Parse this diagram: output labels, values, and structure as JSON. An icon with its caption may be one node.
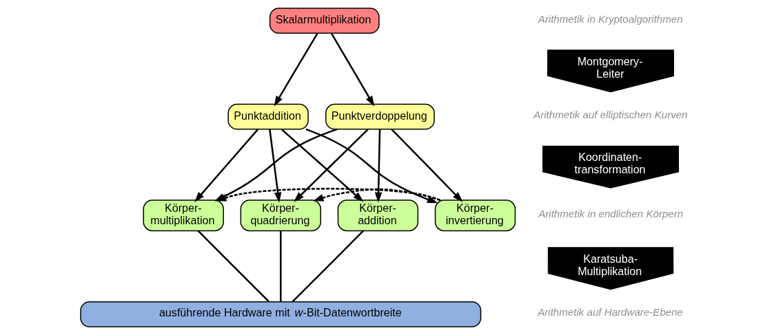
{
  "diagram": {
    "nodes": [
      {
        "text": [
          "Skalarmultiplikation"
        ]
      },
      {
        "text": [
          "Punktaddition"
        ]
      },
      {
        "text": [
          "Punktverdoppelung"
        ]
      },
      {
        "text": [
          "Körper- addition"
        ]
      },
      {
        "text": [
          "Körper- quadrierung"
        ]
      },
      {
        "text": [
          "Körper- multiplikation"
        ]
      },
      {
        "text": [
          "Körper- invertierung"
        ]
      },
      {
        "text": [
          "ausführende Hardware mit *w*-Bit-Datenwortbreite"
        ]
      },
      {
        "text": [
          "Montgomery- Leiter"
        ]
      },
      {
        "text": [
          "Koordinaten- transformation"
        ]
      },
      {
        "text": [
          "Karatsuba- Multiplikation"
        ]
      }
    ],
    "edges": [
      {
        "from": 0,
        "to": 1,
        "arrow": "to"
      },
      {
        "from": 0,
        "to": 2,
        "arrow": "to"
      },
      {
        "from": 1,
        "to": 3,
        "arrow": "to"
      },
      {
        "from": 1,
        "to": 4,
        "arrow": "to"
      },
      {
        "from": 1,
        "to": 5,
        "arrow": "to"
      },
      {
        "from": 1,
        "to": 6,
        "arrow": "to"
      },
      {
        "from": 2,
        "to": 3,
        "arrow": "to"
      },
      {
        "from": 2,
        "to": 4,
        "arrow": "to"
      },
      {
        "from": 2,
        "to": 5,
        "arrow": "to"
      },
      {
        "from": 2,
        "to": 6,
        "arrow": "to"
      },
      {
        "from": 3,
        "to": 7,
        "arrow": "none"
      },
      {
        "from": 4,
        "to": 7,
        "arrow": "none"
      },
      {
        "from": 5,
        "to": 7,
        "arrow": "none"
      },
      {
        "from": 6,
        "to": 4,
        "arrow": "to",
        "style": "dashed"
      },
      {
        "from": 6,
        "to": 5,
        "arrow": "to",
        "style": "dashed"
      }
    ],
    "labels": [
      "Arithmetik in Kryptoalgorithmen",
      "Arithmetik auf elliptischen Kurven",
      "Arithmetik in endlichen Körpern",
      "Arithmetik auf Hardware-Ebene"
    ]
  }
}
